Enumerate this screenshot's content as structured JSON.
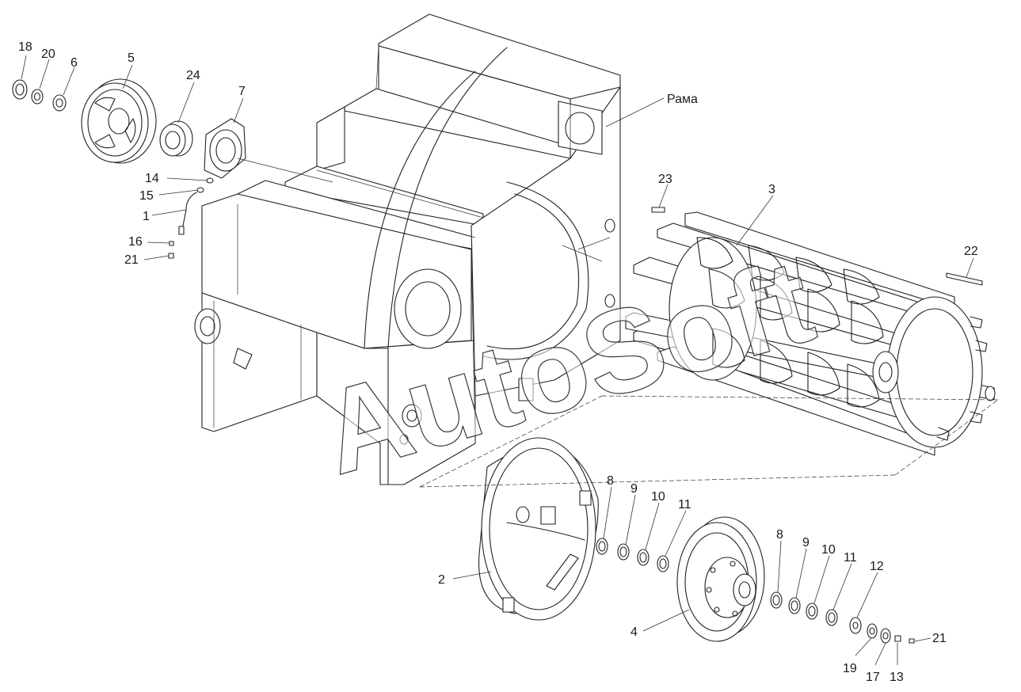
{
  "watermark": "AutoSoft",
  "labels": {
    "frame": "Рама",
    "p18": "18",
    "p20": "20",
    "p6": "6",
    "p5": "5",
    "p24": "24",
    "p7": "7",
    "p14": "14",
    "p15": "15",
    "p1": "1",
    "p16": "16",
    "p21a": "21",
    "p23": "23",
    "p3": "3",
    "p22": "22",
    "p8a": "8",
    "p9a": "9",
    "p10a": "10",
    "p11a": "11",
    "p2": "2",
    "p8b": "8",
    "p9b": "9",
    "p10b": "10",
    "p11b": "11",
    "p12": "12",
    "p4": "4",
    "p21b": "21",
    "p19": "19",
    "p17": "17",
    "p13": "13"
  }
}
